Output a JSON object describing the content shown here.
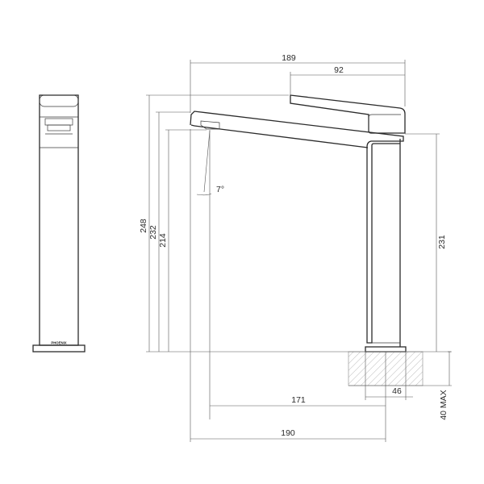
{
  "drawing": {
    "brand": "PHOENIX",
    "dimensions": {
      "overall_reach": "189",
      "handle_length": "92",
      "overall_height": "248",
      "spout_height": "232",
      "outlet_height": "214",
      "body_height": "231",
      "spout_angle": "7°",
      "outlet_to_center": "171",
      "base_diameter": "46",
      "total_reach": "190",
      "mounting_thickness": "40 MAX"
    }
  }
}
